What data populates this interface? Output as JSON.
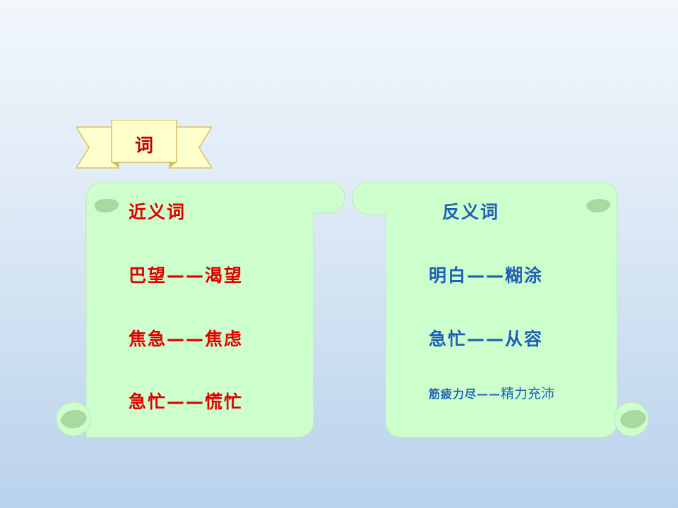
{
  "banner": {
    "label": "词"
  },
  "synonyms": {
    "heading": "近义词",
    "pairs": [
      {
        "word": "巴望",
        "dash": "——",
        "match": "渴望"
      },
      {
        "word": "焦急",
        "dash": "——",
        "match": "焦虑"
      },
      {
        "word": "急忙",
        "dash": "——",
        "match": "慌忙"
      }
    ]
  },
  "antonyms": {
    "heading": "反义词",
    "pairs": [
      {
        "word": "明白",
        "dash": "——",
        "match": "糊涂"
      },
      {
        "word": "急忙",
        "dash": "——",
        "match": "从容"
      }
    ],
    "last": {
      "word": "筋疲力尽",
      "dash": "——",
      "match": "精力充沛"
    }
  },
  "colors": {
    "scroll_fill": "#ccffcc",
    "scroll_curl": "#a9d8a0",
    "ribbon_fill": "#ffffcc",
    "ribbon_stroke": "#d8c060",
    "synonym_text": "#e00000",
    "antonym_text": "#1f5fb8"
  }
}
